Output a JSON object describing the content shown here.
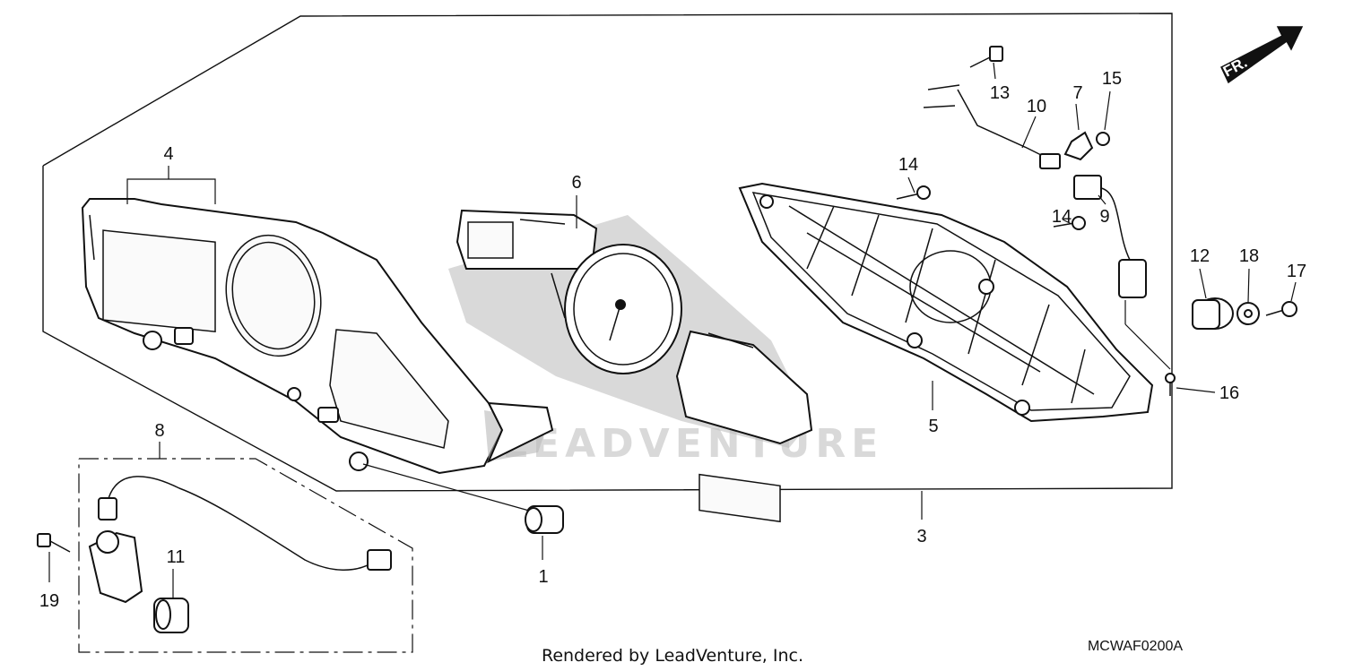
{
  "diagram": {
    "callouts": [
      {
        "number": "1"
      },
      {
        "number": "3"
      },
      {
        "number": "4"
      },
      {
        "number": "5"
      },
      {
        "number": "6"
      },
      {
        "number": "7"
      },
      {
        "number": "8"
      },
      {
        "number": "9"
      },
      {
        "number": "10"
      },
      {
        "number": "11"
      },
      {
        "number": "12"
      },
      {
        "number": "13"
      },
      {
        "number": "14"
      },
      {
        "number": "14"
      },
      {
        "number": "15"
      },
      {
        "number": "16"
      },
      {
        "number": "17"
      },
      {
        "number": "18"
      },
      {
        "number": "19"
      }
    ],
    "direction_marker": "FR.",
    "watermark": "LEADVENTURE",
    "footer_credit": "Rendered by LeadVenture, Inc.",
    "diagram_code": "MCWAF0200A"
  }
}
